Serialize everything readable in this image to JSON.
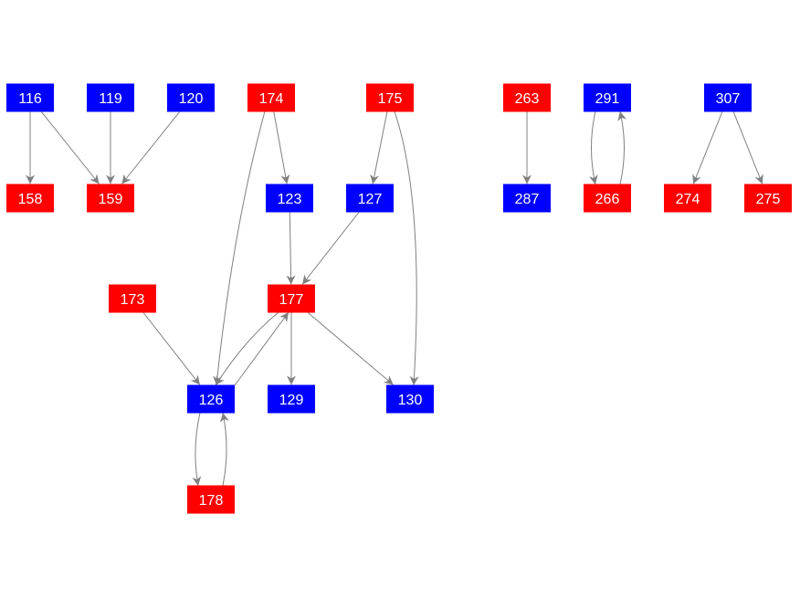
{
  "colors": {
    "red": "#ff0000",
    "blue": "#0000ff",
    "edge": "#808080",
    "text": "#ffffff"
  },
  "nodes": [
    {
      "id": "116",
      "color": "blue"
    },
    {
      "id": "119",
      "color": "blue"
    },
    {
      "id": "120",
      "color": "blue"
    },
    {
      "id": "174",
      "color": "red"
    },
    {
      "id": "175",
      "color": "red"
    },
    {
      "id": "263",
      "color": "red"
    },
    {
      "id": "291",
      "color": "blue"
    },
    {
      "id": "307",
      "color": "blue"
    },
    {
      "id": "158",
      "color": "red"
    },
    {
      "id": "159",
      "color": "red"
    },
    {
      "id": "123",
      "color": "blue"
    },
    {
      "id": "127",
      "color": "blue"
    },
    {
      "id": "287",
      "color": "blue"
    },
    {
      "id": "266",
      "color": "red"
    },
    {
      "id": "274",
      "color": "red"
    },
    {
      "id": "275",
      "color": "red"
    },
    {
      "id": "173",
      "color": "red"
    },
    {
      "id": "177",
      "color": "red"
    },
    {
      "id": "126",
      "color": "blue"
    },
    {
      "id": "129",
      "color": "blue"
    },
    {
      "id": "130",
      "color": "blue"
    },
    {
      "id": "178",
      "color": "red"
    }
  ],
  "edges": [
    {
      "from": "116",
      "to": "158"
    },
    {
      "from": "116",
      "to": "159"
    },
    {
      "from": "119",
      "to": "159"
    },
    {
      "from": "120",
      "to": "159"
    },
    {
      "from": "174",
      "to": "123"
    },
    {
      "from": "174",
      "to": "126"
    },
    {
      "from": "175",
      "to": "127"
    },
    {
      "from": "175",
      "to": "130"
    },
    {
      "from": "123",
      "to": "177"
    },
    {
      "from": "127",
      "to": "177"
    },
    {
      "from": "173",
      "to": "126"
    },
    {
      "from": "177",
      "to": "126"
    },
    {
      "from": "126",
      "to": "177"
    },
    {
      "from": "177",
      "to": "129"
    },
    {
      "from": "177",
      "to": "130"
    },
    {
      "from": "126",
      "to": "178"
    },
    {
      "from": "178",
      "to": "126"
    },
    {
      "from": "263",
      "to": "287"
    },
    {
      "from": "291",
      "to": "266"
    },
    {
      "from": "266",
      "to": "291"
    },
    {
      "from": "307",
      "to": "274"
    },
    {
      "from": "307",
      "to": "275"
    }
  ]
}
